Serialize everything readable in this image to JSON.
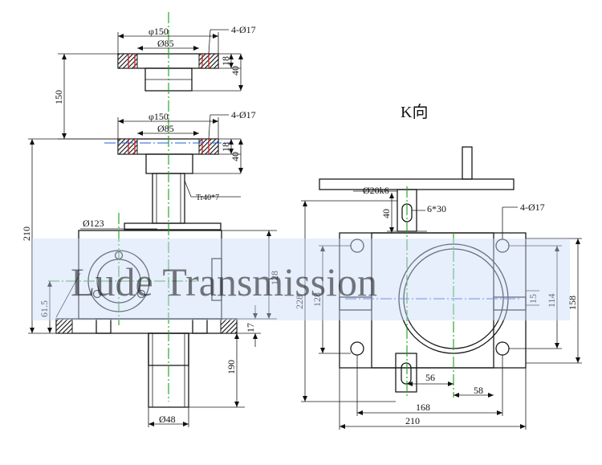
{
  "watermark": "Lude Transmission",
  "view_title": "K向",
  "front_view": {
    "flange_top": {
      "dia_outer": "φ150",
      "dia_inner": "Ø85",
      "holes": "4-Ø17",
      "thk1": "18",
      "thk2": "40"
    },
    "flange_mid": {
      "dia_outer": "φ150",
      "dia_inner": "Ø85",
      "holes": "4-Ø17",
      "thk1": "18",
      "thk2": "40"
    },
    "stroke": "150",
    "screw_thread": "Tr40*7",
    "hand_dia": "Ø123",
    "total_height": "210",
    "body_height": "128",
    "center_height": "61.5",
    "base_thk": "17",
    "tube_length": "190",
    "tube_dia": "Ø48"
  },
  "side_view": {
    "shaft_dia": "Ø20k6",
    "shaft_len": "40",
    "key": "6*30",
    "holes": "4-Ø17",
    "height_outer": "228",
    "height_inner": "128",
    "right_outer": "158",
    "right_inner": "114",
    "right_small": "15",
    "offset1": "56",
    "offset2": "58",
    "width_inner": "168",
    "width_outer": "210"
  }
}
